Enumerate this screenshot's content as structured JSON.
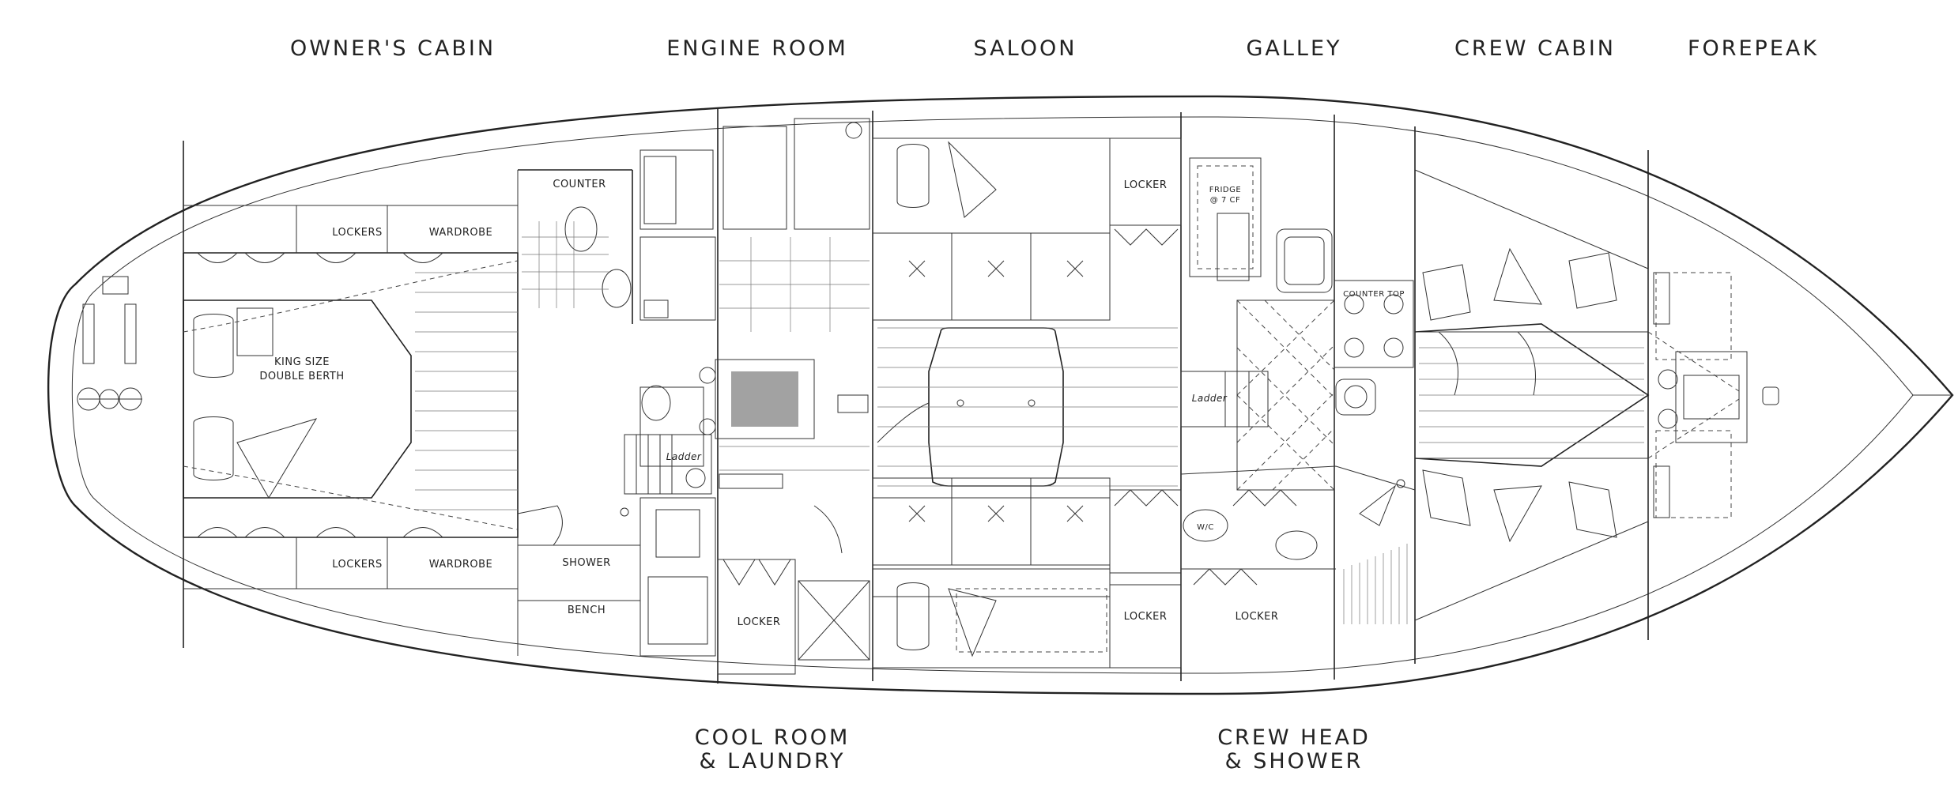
{
  "top_titles": {
    "owners_cabin": "OWNER'S CABIN",
    "engine_room": "ENGINE ROOM",
    "saloon": "SALOON",
    "galley": "GALLEY",
    "crew_cabin": "CREW CABIN",
    "forepeak": "FOREPEAK"
  },
  "bottom_titles": {
    "cool_room_line1": "COOL ROOM",
    "cool_room_line2": "& LAUNDRY",
    "crew_head_line1": "CREW HEAD",
    "crew_head_line2": "& SHOWER"
  },
  "labels": {
    "lockers_top": "LOCKERS",
    "wardrobe_top": "WARDROBE",
    "counter": "COUNTER",
    "berth_line1": "KING SIZE",
    "berth_line2": "DOUBLE BERTH",
    "lockers_bottom": "LOCKERS",
    "wardrobe_bottom": "WARDROBE",
    "shower": "SHOWER",
    "bench": "BENCH",
    "locker_cool": "LOCKER",
    "locker_saloon_top": "LOCKER",
    "locker_saloon_bottom": "LOCKER",
    "locker_head": "LOCKER",
    "fridge_line1": "FRIDGE",
    "fridge_line2": "@ 7 CF",
    "counter_top": "COUNTER TOP",
    "ladder_aft": "Ladder",
    "ladder_fwd": "Ladder",
    "wc": "W/C"
  },
  "colors": {
    "ink": "#222222",
    "background": "#ffffff"
  }
}
